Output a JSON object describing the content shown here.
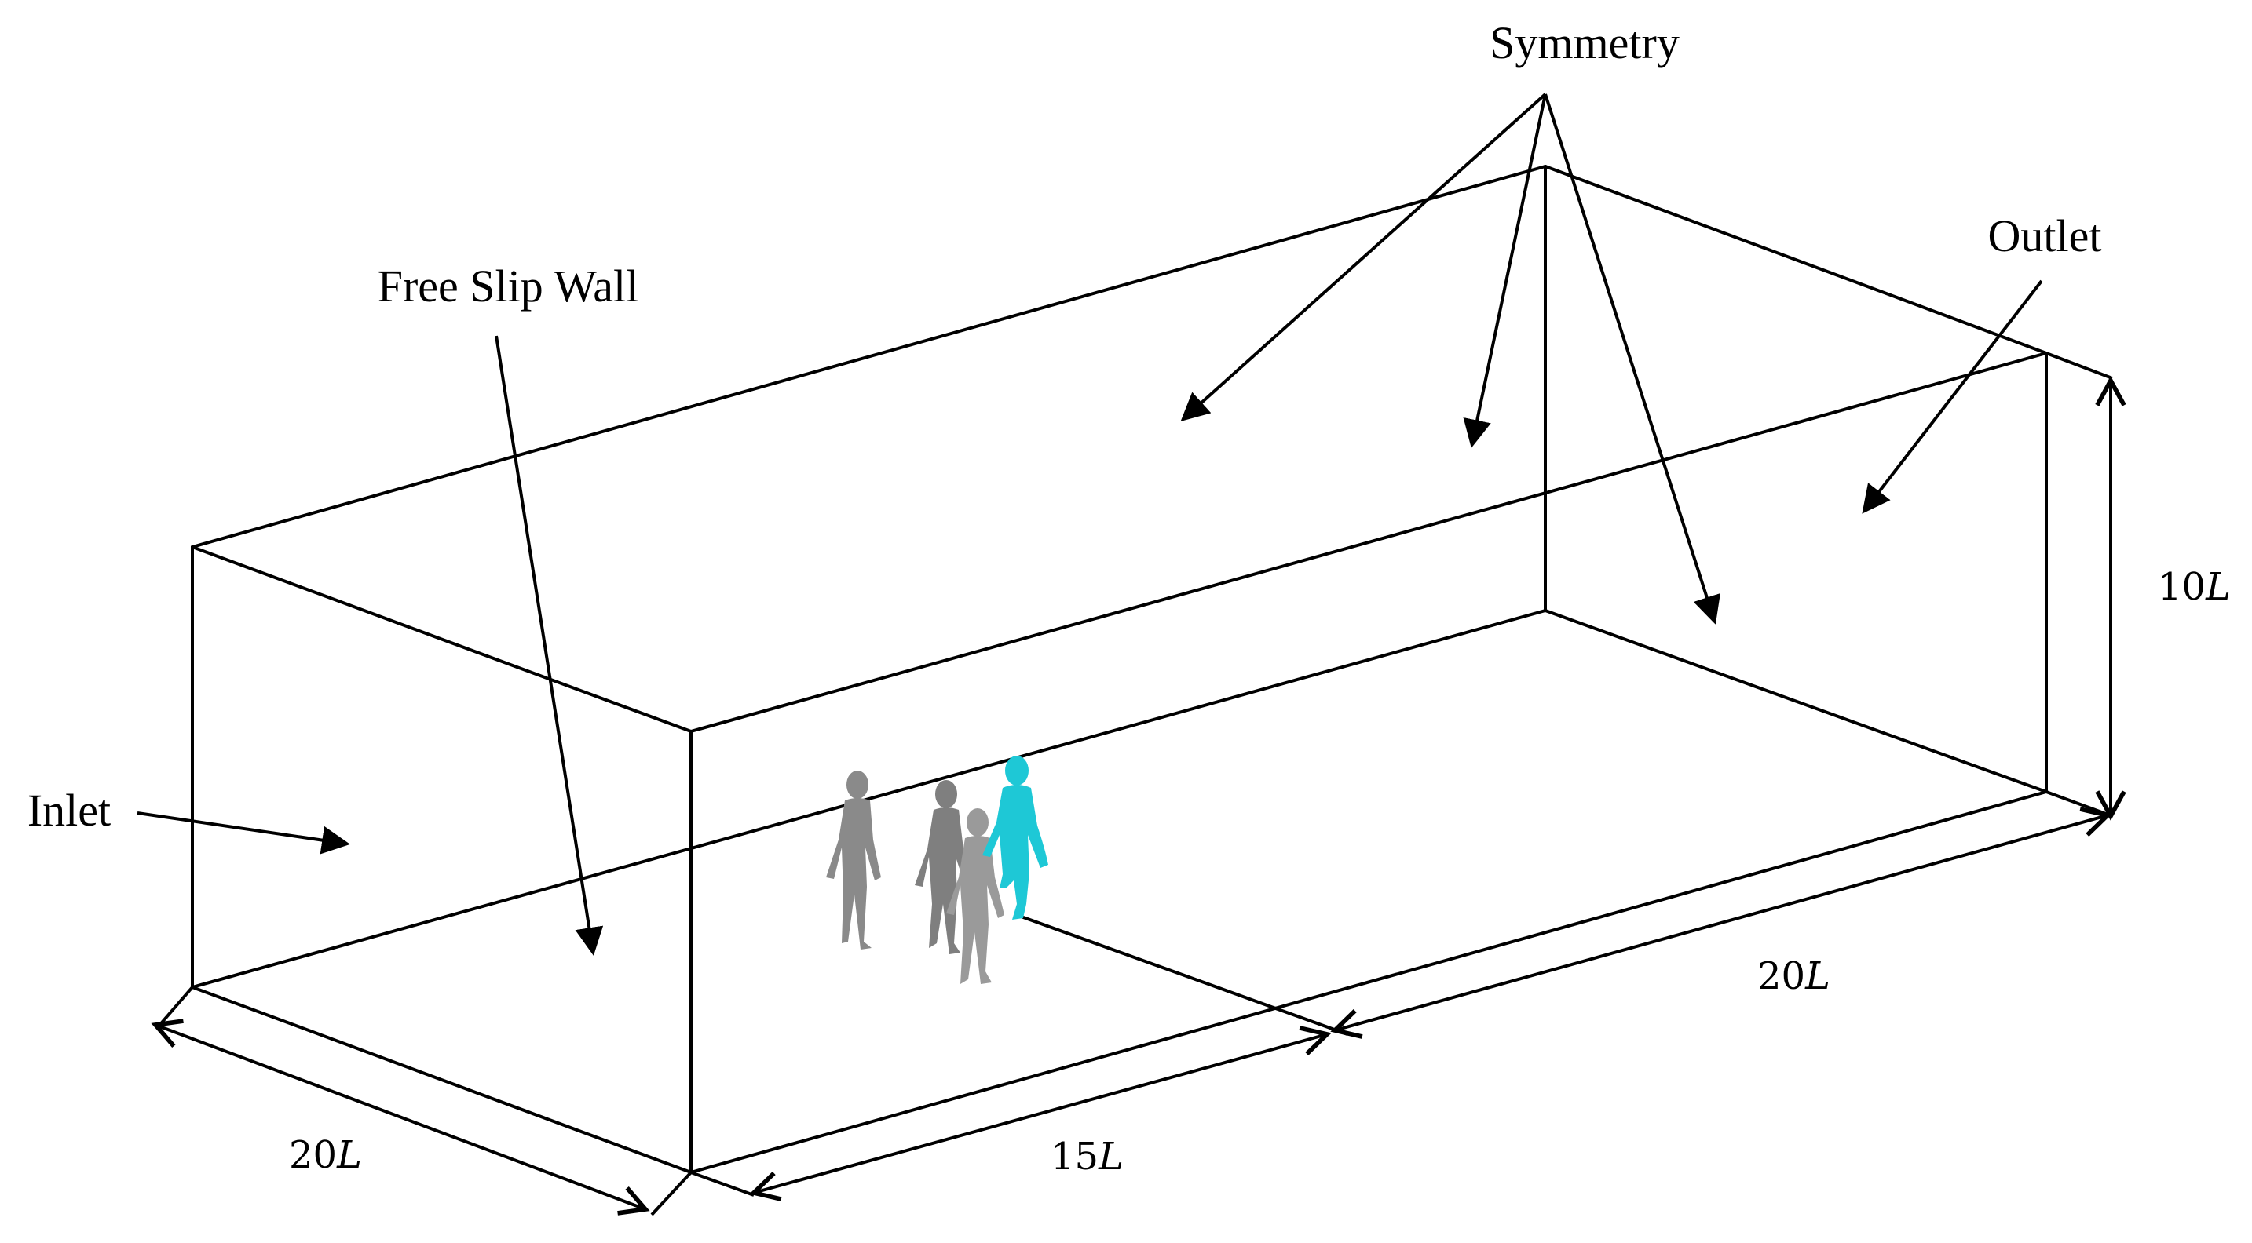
{
  "labels": {
    "symmetry": "Symmetry",
    "outlet": "Outlet",
    "free_slip_wall": "Free Slip Wall",
    "inlet": "Inlet"
  },
  "dimensions": {
    "height": {
      "num": "10",
      "unit": "L"
    },
    "length_downstream": {
      "num": "20",
      "unit": "L"
    },
    "length_upstream": {
      "num": "15",
      "unit": "L"
    },
    "width": {
      "num": "20",
      "unit": "L"
    }
  },
  "colors": {
    "line": "#000000",
    "target_runner": "#1ec8d6",
    "other_runners": "#8a8a8a"
  }
}
